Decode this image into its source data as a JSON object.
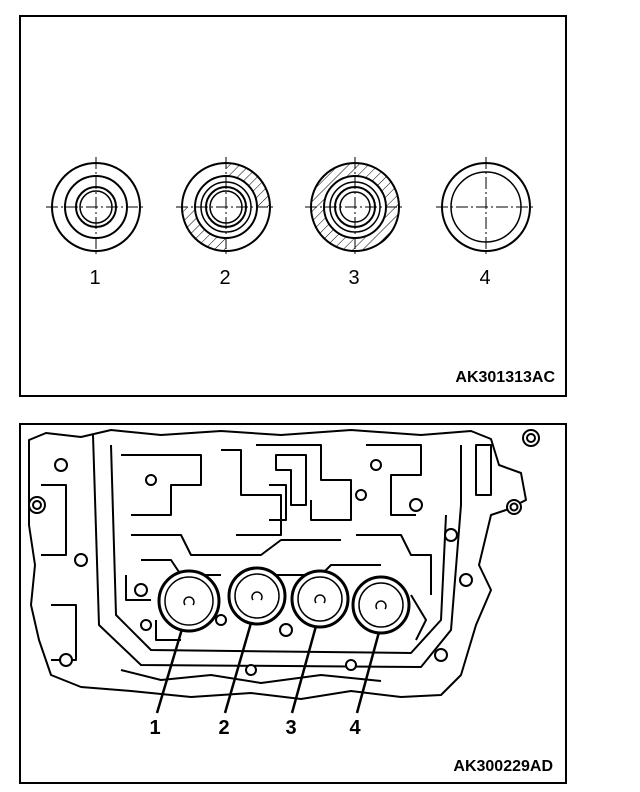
{
  "figure_top": {
    "labels": [
      "1",
      "2",
      "3",
      "4"
    ],
    "code": "AK301313AC"
  },
  "figure_bottom": {
    "labels": [
      "1",
      "2",
      "3",
      "4"
    ],
    "code": "AK300229AD"
  }
}
